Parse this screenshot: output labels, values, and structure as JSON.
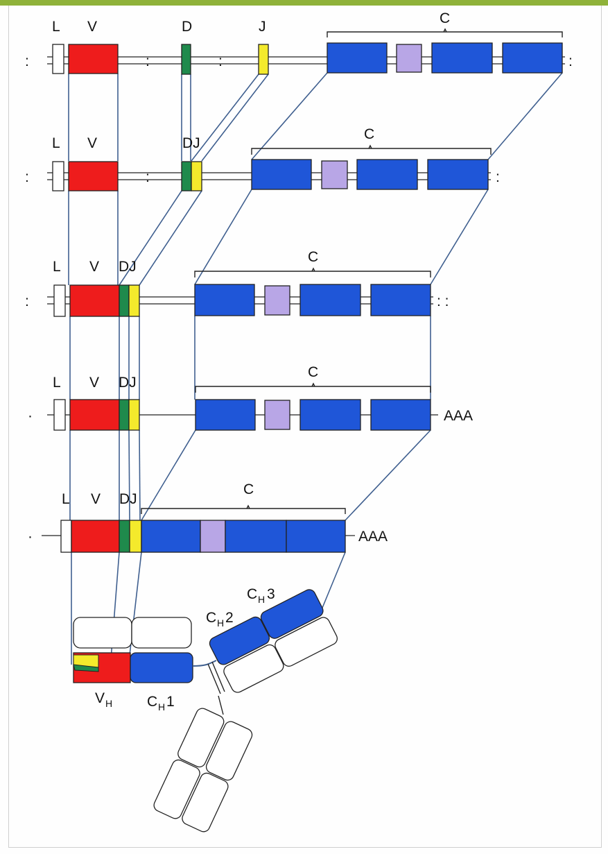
{
  "colors": {
    "v_segment": "#ee1c1c",
    "d_segment": "#1f8a4c",
    "j_segment": "#f4ea2c",
    "c_exon": "#1f56d8",
    "hinge": "#b8a6e6",
    "leader": "#ffffff",
    "connector": "#3f5f8f",
    "top_bar": "#8fb23a"
  },
  "labels": {
    "leader": "L",
    "variable": "V",
    "diversity": "D",
    "joining": "J",
    "dj": "DJ",
    "constant": "C",
    "poly_a": "AAA",
    "heavy_variable_main": "V",
    "heavy_variable_sub": "H",
    "heavy_constant_main": "C",
    "heavy_constant_sub": "H",
    "ch1_num": "1",
    "ch2_num": "2",
    "ch3_num": "3"
  }
}
